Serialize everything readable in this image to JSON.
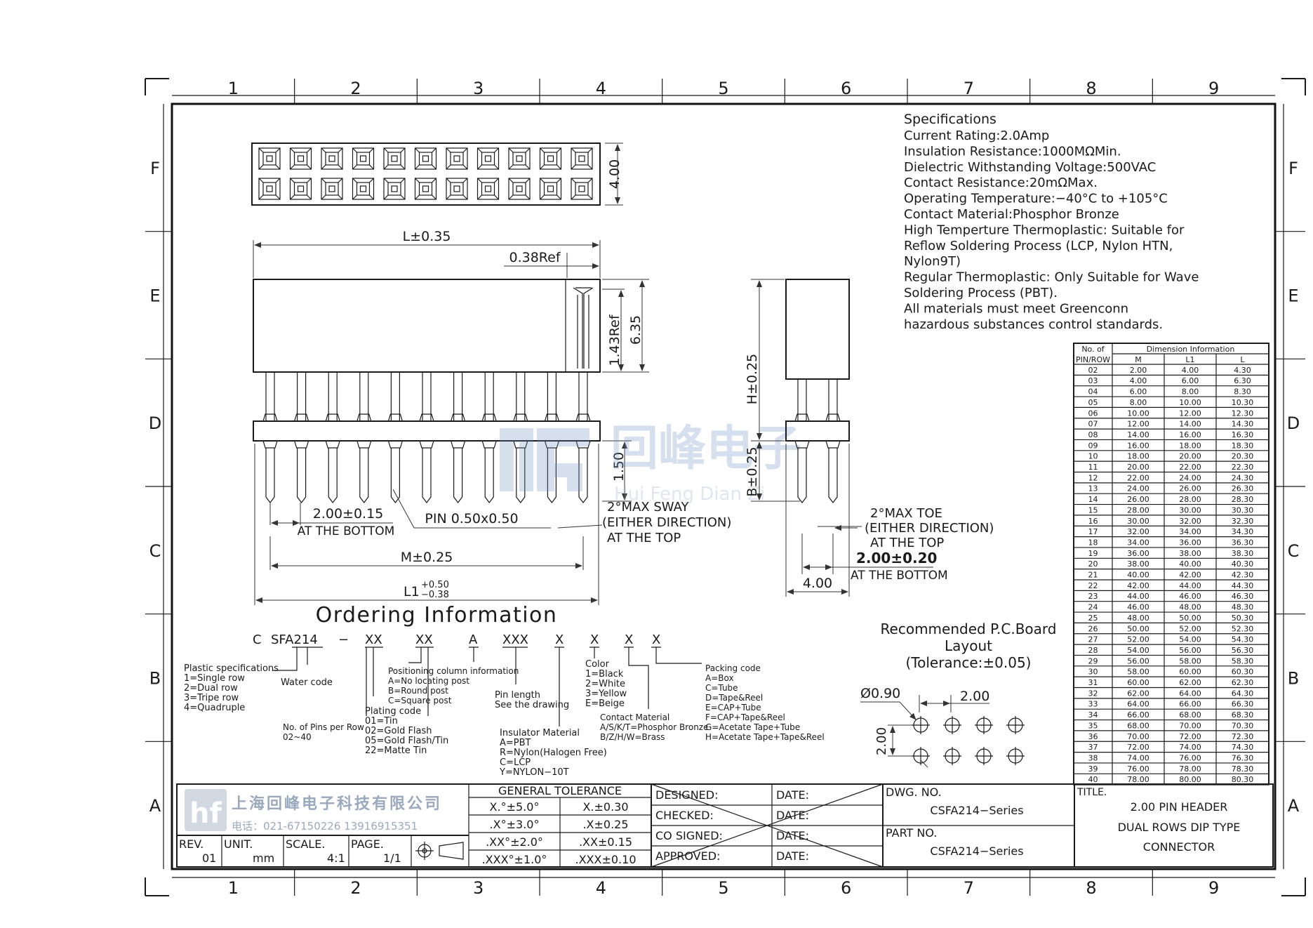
{
  "grid": {
    "columns": [
      "1",
      "2",
      "3",
      "4",
      "5",
      "6",
      "7",
      "8",
      "9"
    ],
    "rows": [
      "F",
      "E",
      "D",
      "C",
      "B",
      "A"
    ]
  },
  "specs": {
    "title": "Specifications",
    "lines": [
      "Current Rating:2.0Amp",
      "Insulation Resistance:1000MΩMin.",
      "Dielectric Withstanding Voltage:500VAC",
      "Contact Resistance:20mΩMax.",
      "Operating Temperature:−40°C to +105°C",
      "Contact Material:Phosphor Bronze",
      "High Temperture Thermoplastic: Suitable for",
      "Reflow Soldering Process (LCP, Nylon HTN,",
      "Nylon9T)",
      "Regular Thermoplastic: Only Suitable for Wave",
      "Soldering Process (PBT).",
      "All materials must meet Greenconn",
      "hazardous substances control standards."
    ]
  },
  "dim_table": {
    "h1": "No. of",
    "h2": "PIN/ROW",
    "group": "Dimension Information",
    "cols": [
      "M",
      "L1",
      "L"
    ],
    "rows": [
      [
        "02",
        "2.00",
        "4.00",
        "4.30"
      ],
      [
        "03",
        "4.00",
        "6.00",
        "6.30"
      ],
      [
        "04",
        "6.00",
        "8.00",
        "8.30"
      ],
      [
        "05",
        "8.00",
        "10.00",
        "10.30"
      ],
      [
        "06",
        "10.00",
        "12.00",
        "12.30"
      ],
      [
        "07",
        "12.00",
        "14.00",
        "14.30"
      ],
      [
        "08",
        "14.00",
        "16.00",
        "16.30"
      ],
      [
        "09",
        "16.00",
        "18.00",
        "18.30"
      ],
      [
        "10",
        "18.00",
        "20.00",
        "20.30"
      ],
      [
        "11",
        "20.00",
        "22.00",
        "22.30"
      ],
      [
        "12",
        "22.00",
        "24.00",
        "24.30"
      ],
      [
        "13",
        "24.00",
        "26.00",
        "26.30"
      ],
      [
        "14",
        "26.00",
        "28.00",
        "28.30"
      ],
      [
        "15",
        "28.00",
        "30.00",
        "30.30"
      ],
      [
        "16",
        "30.00",
        "32.00",
        "32.30"
      ],
      [
        "17",
        "32.00",
        "34.00",
        "34.30"
      ],
      [
        "18",
        "34.00",
        "36.00",
        "36.30"
      ],
      [
        "19",
        "36.00",
        "38.00",
        "38.30"
      ],
      [
        "20",
        "38.00",
        "40.00",
        "40.30"
      ],
      [
        "21",
        "40.00",
        "42.00",
        "42.30"
      ],
      [
        "22",
        "42.00",
        "44.00",
        "44.30"
      ],
      [
        "23",
        "44.00",
        "46.00",
        "46.30"
      ],
      [
        "24",
        "46.00",
        "48.00",
        "48.30"
      ],
      [
        "25",
        "48.00",
        "50.00",
        "50.30"
      ],
      [
        "26",
        "50.00",
        "52.00",
        "52.30"
      ],
      [
        "27",
        "52.00",
        "54.00",
        "54.30"
      ],
      [
        "28",
        "54.00",
        "56.00",
        "56.30"
      ],
      [
        "29",
        "56.00",
        "58.00",
        "58.30"
      ],
      [
        "30",
        "58.00",
        "60.00",
        "60.30"
      ],
      [
        "31",
        "60.00",
        "62.00",
        "62.30"
      ],
      [
        "32",
        "62.00",
        "64.00",
        "64.30"
      ],
      [
        "33",
        "64.00",
        "66.00",
        "66.30"
      ],
      [
        "34",
        "66.00",
        "68.00",
        "68.30"
      ],
      [
        "35",
        "68.00",
        "70.00",
        "70.30"
      ],
      [
        "36",
        "70.00",
        "72.00",
        "72.30"
      ],
      [
        "37",
        "72.00",
        "74.00",
        "74.30"
      ],
      [
        "38",
        "74.00",
        "76.00",
        "76.30"
      ],
      [
        "39",
        "76.00",
        "78.00",
        "78.30"
      ],
      [
        "40",
        "78.00",
        "80.00",
        "80.30"
      ]
    ]
  },
  "dims": {
    "top_height": "4.00",
    "L": "L±0.35",
    "ref038": "0.38Ref",
    "ref143": "1.43Ref",
    "d635": "6.35",
    "d150": "1.50",
    "pitch": "2.00±0.15",
    "at_bottom": "AT THE BOTTOM",
    "pin": "PIN 0.50x0.50",
    "sway1": "2°MAX SWAY",
    "sway2": "(EITHER DIRECTION)",
    "at_top": "AT THE TOP",
    "M": "M±0.25",
    "L1": "L1",
    "L1_plus": "+0.50",
    "L1_minus": "−0.38",
    "H": "H±0.25",
    "B": "B±0.25",
    "toe1": "2°MAX TOE",
    "toe2": "(EITHER DIRECTION)",
    "toe3": "AT THE TOP",
    "row_pitch": "2.00±0.20",
    "row_at_bottom": "AT THE BOTTOM",
    "side_width": "4.00"
  },
  "ordering": {
    "title": "Ordering Information",
    "c": "C",
    "model": "SFA214",
    "dash": "−",
    "xx1": "XX",
    "xx2": "XX",
    "a": "A",
    "xxx": "XXX",
    "x1": "X",
    "x2": "X",
    "x3": "X",
    "x4": "X",
    "plastic": [
      "Plastic specifications",
      "1=Single row",
      "2=Dual row",
      "3=Tripe row",
      "4=Quadruple"
    ],
    "water": "Water code",
    "pins_per_row": [
      "No. of Pins per Row",
      "02~40"
    ],
    "plating": [
      "Plating code",
      "01=Tin",
      "02=Gold Flash",
      "05=Gold Flash/Tin",
      "22=Matte Tin"
    ],
    "positioning": [
      "Positioning column information",
      "A=No locating post",
      "B=Round post",
      "C=Square post"
    ],
    "pin_length": [
      "Pin length",
      "See the drawing"
    ],
    "insulator": [
      "Insulator Material",
      "A=PBT",
      "R=Nylon(Halogen Free)",
      "C=LCP",
      "Y=NYLON−10T"
    ],
    "color": [
      "Color",
      "1=Black",
      "2=White",
      "3=Yellow",
      "E=Beige"
    ],
    "contact": [
      "Contact Material",
      "A/S/K/T=Phosphor Bronze",
      "B/Z/H/W=Brass"
    ],
    "packing": [
      "Packing code",
      "A=Box",
      "C=Tube",
      "D=Tape&Reel",
      "E=CAP+Tube",
      "F=CAP+Tape&Reel",
      "G=Acetate Tape+Tube",
      "H=Acetate Tape+Tape&Reel"
    ]
  },
  "pcb": {
    "title1": "Recommended P.C.Board",
    "title2": "Layout",
    "tol": "(Tolerance:±0.05)",
    "hole": "Ø0.90",
    "pitch_x": "2.00",
    "pitch_y": "2.00"
  },
  "watermark": {
    "cn": "回峰电子",
    "en": "Hui Feng Dian Zi"
  },
  "title_block": {
    "company": "上海回峰电子科技有限公司",
    "phone": "电话：021-67150226  13916915351",
    "rev_label": "REV.",
    "rev": "01",
    "unit_label": "UNIT.",
    "unit": "mm",
    "scale_label": "SCALE.",
    "scale": "4:1",
    "page_label": "PAGE.",
    "page": "1/1",
    "tol_title": "GENERAL TOLERANCE",
    "tol": [
      [
        "X.°±5.0°",
        "X.±0.30"
      ],
      [
        ".X°±3.0°",
        ".X±0.25"
      ],
      [
        ".XX°±2.0°",
        ".XX±0.15"
      ],
      [
        ".XXX°±1.0°",
        ".XXX±0.10"
      ]
    ],
    "designed": "DESIGNED:",
    "checked": "CHECKED:",
    "co_signed": "CO SIGNED:",
    "approved": "APPROVED:",
    "date": "DATE:",
    "dwg_label": "DWG. NO.",
    "dwg": "CSFA214−Series",
    "part_label": "PART NO.",
    "part": "CSFA214−Series",
    "title_label": "TITLE.",
    "title_lines": [
      "2.00 PIN HEADER",
      "DUAL ROWS DIP TYPE",
      "CONNECTOR"
    ]
  }
}
